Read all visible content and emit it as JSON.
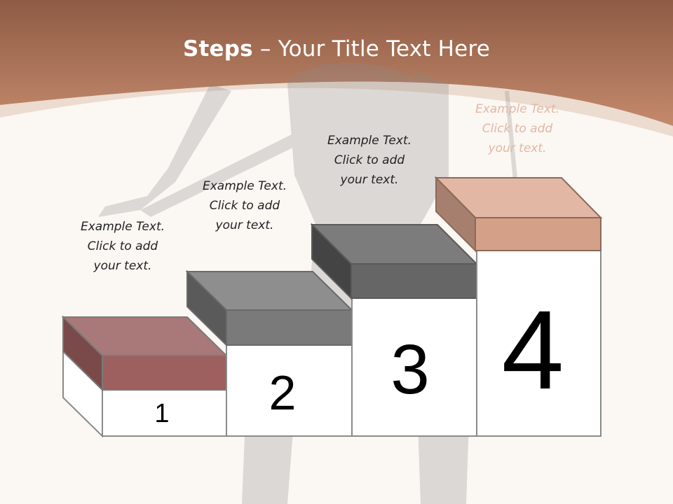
{
  "title": {
    "bold": "Steps",
    "rest": " – Your Title Text Here"
  },
  "colors": {
    "header": "#b97a5e",
    "background": "#fbf7f3",
    "step1": "#9e5f5f",
    "step2": "#8a8a8a",
    "step3": "#6c6c6c",
    "step4": "#d7a68e"
  },
  "steps": [
    {
      "number": "1",
      "caption": [
        "Example Text.",
        "Click  to add",
        "your text."
      ]
    },
    {
      "number": "2",
      "caption": [
        "Example Text.",
        "Click  to add",
        "your text."
      ]
    },
    {
      "number": "3",
      "caption": [
        "Example Text.",
        "Click  to add",
        "your text."
      ]
    },
    {
      "number": "4",
      "caption": [
        "Example Text.",
        "Click  to add",
        "your text."
      ]
    }
  ]
}
